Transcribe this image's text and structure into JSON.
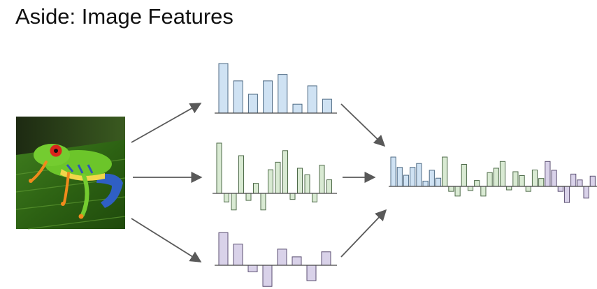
{
  "title": "Aside: Image Features",
  "image": {
    "subject": "red-eyed tree frog on a leaf"
  },
  "colors": {
    "blue_fill": "#cfe2f3",
    "blue_stroke": "#4f6b84",
    "green_fill": "#d9ead3",
    "green_stroke": "#4f6b4a",
    "purple_fill": "#d9d2e9",
    "purple_stroke": "#5b4f72",
    "arrow": "#595959",
    "axis": "#444444"
  },
  "histograms": [
    {
      "id": "hist-1",
      "color": "blue",
      "values": [
        1.0,
        0.65,
        0.38,
        0.65,
        0.78,
        0.18,
        0.55,
        0.28
      ]
    },
    {
      "id": "hist-2",
      "color": "green",
      "values": [
        1.0,
        -0.17,
        -0.33,
        0.75,
        -0.14,
        0.2,
        -0.33,
        0.47,
        0.62,
        0.85,
        -0.12,
        0.5,
        0.37,
        -0.17,
        0.56,
        0.27
      ]
    },
    {
      "id": "hist-3",
      "color": "purple",
      "values": [
        0.85,
        0.55,
        -0.17,
        -0.55,
        0.42,
        0.22,
        -0.4,
        0.35
      ]
    }
  ]
}
